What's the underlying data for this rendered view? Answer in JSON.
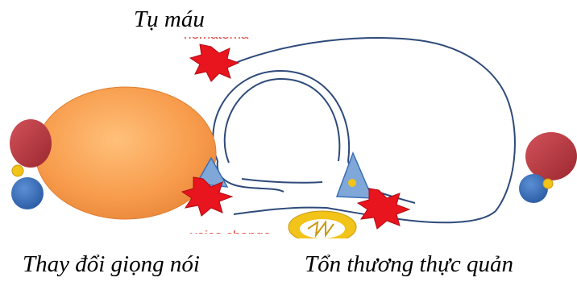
{
  "labels": {
    "hematoma": "Tụ máu",
    "voice_change": "Thay đổi giọng nói",
    "esophageal_injury": "Tổn thương thực quản"
  },
  "underlay_text": {
    "hematoma_en": "hematoma",
    "voice_change_en": "voice change"
  },
  "colors": {
    "thyroid": "#f79a4a",
    "outline": "#2e4a7a",
    "injury_star": "#e8141e",
    "muscle_red": "#b8343a",
    "vessel_blue": "#3a6fb8",
    "nerve_yellow": "#f2c318",
    "triangle_blue": "#7fa8d8"
  }
}
